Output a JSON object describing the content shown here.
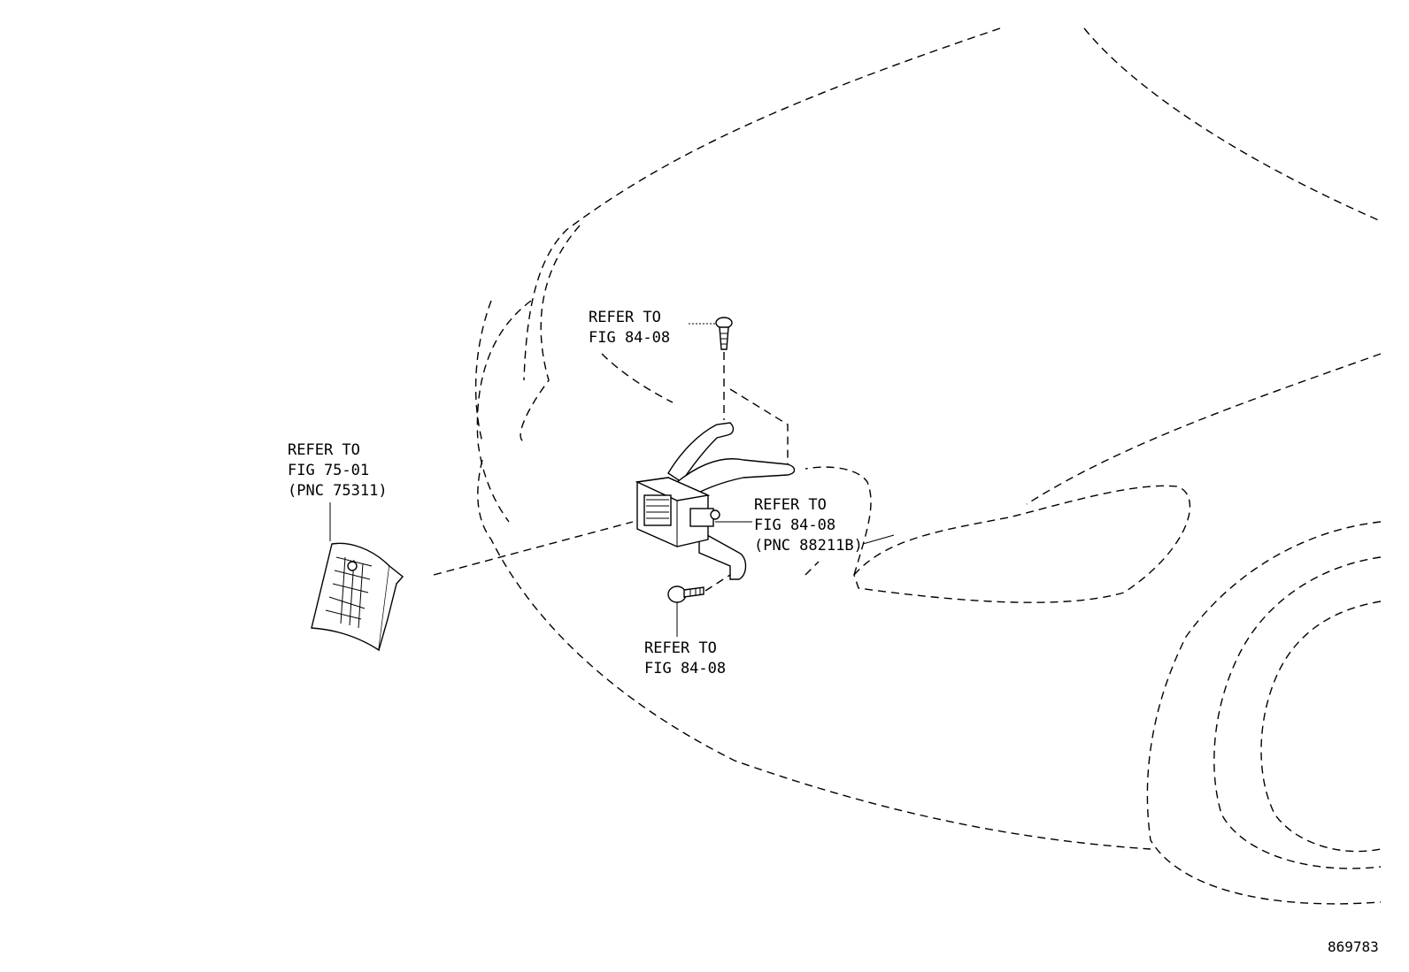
{
  "callouts": {
    "top_bolt": {
      "line1": "REFER TO",
      "line2": "FIG 84-08"
    },
    "grille_emblem": {
      "line1": "REFER TO",
      "line2": "FIG 75-01",
      "line3": "(PNC 75311)"
    },
    "harness": {
      "line1": "REFER TO",
      "line2": "FIG 84-08",
      "line3": "(PNC 88211B)"
    },
    "bottom_bolt": {
      "line1": "REFER TO",
      "line2": "FIG 84-08"
    }
  },
  "illustration_number": "869783",
  "colors": {
    "line": "#000000",
    "background": "#ffffff"
  }
}
